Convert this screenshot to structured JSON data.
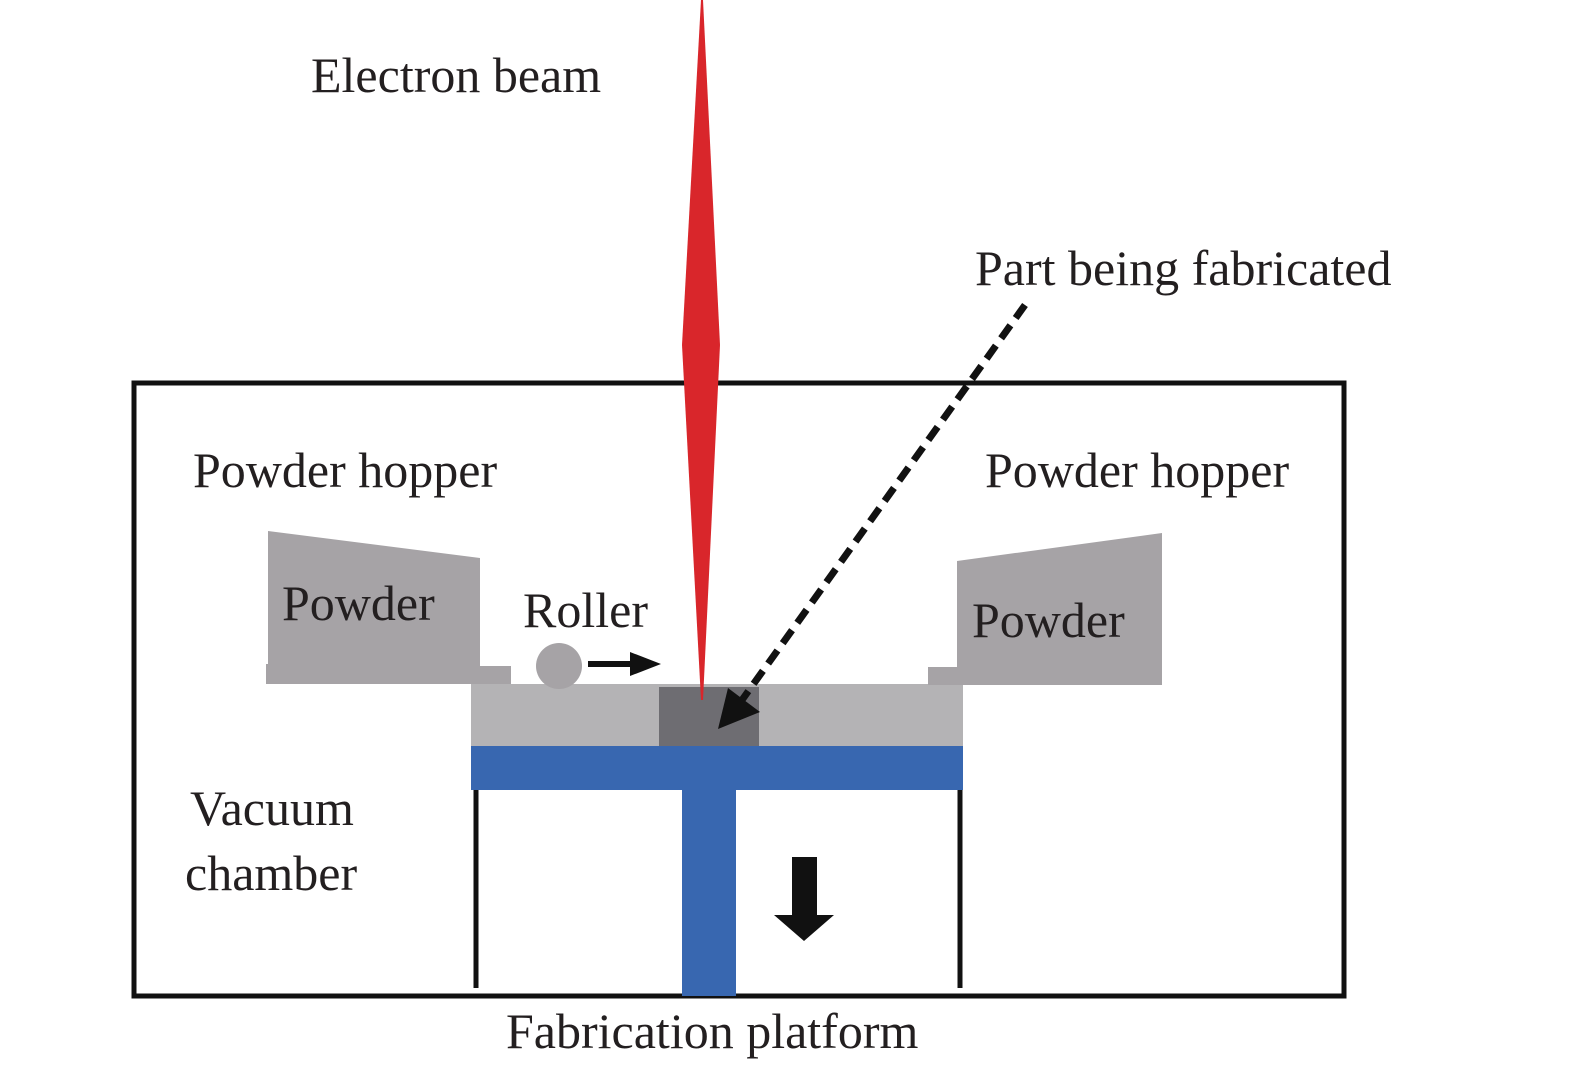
{
  "diagram": {
    "title": "Electron beam melting setup",
    "colors": {
      "beam": "#d9262b",
      "powder": "#a6a3a6",
      "powder_bed": "#b4b3b5",
      "part": "#6e6d72",
      "platform": "#3867b0",
      "outline": "#111111",
      "text": "#231f20"
    },
    "labels": {
      "electron_beam": "Electron beam",
      "part_being_fabricated": "Part being fabricated",
      "powder_hopper_left": "Powder hopper",
      "powder_hopper_right": "Powder hopper",
      "powder_left": "Powder",
      "powder_right": "Powder",
      "roller": "Roller",
      "vacuum_line1": "Vacuum",
      "vacuum_line2": "chamber",
      "fabrication_platform": "Fabrication platform"
    }
  }
}
